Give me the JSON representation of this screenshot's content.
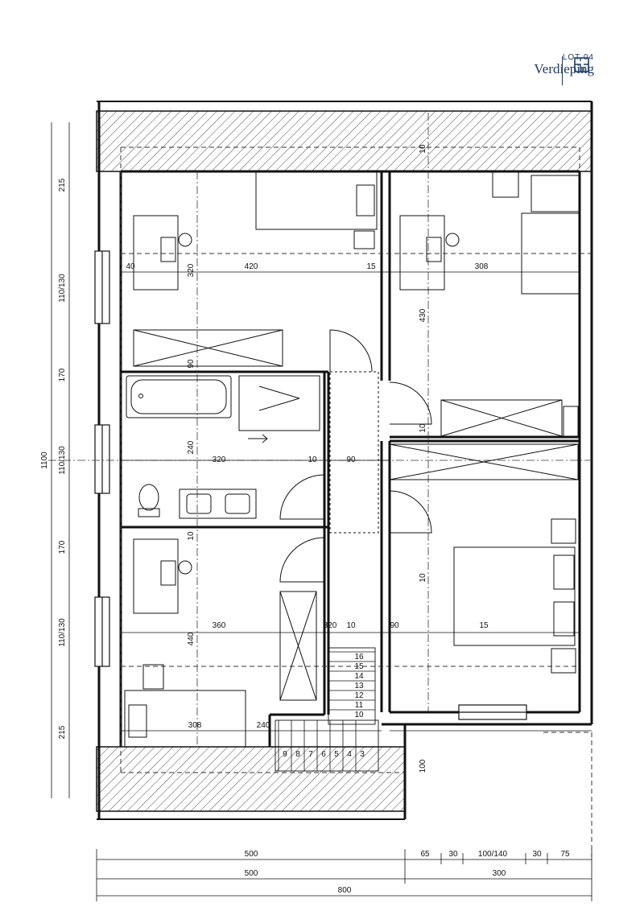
{
  "header": {
    "lot": "LOT 04",
    "floor": "Verdieping",
    "plan_icon": "floor-plan-icon",
    "accent_color": "#1d3a63"
  },
  "dimensions": {
    "left_vertical": [
      "215",
      "110/130",
      "170",
      "110/130",
      "170",
      "110/130",
      "215"
    ],
    "total_height": "1100",
    "bottom_row1": [
      "500",
      "65",
      "30",
      "100/140",
      "30",
      "75"
    ],
    "bottom_row2": [
      "500",
      "300"
    ],
    "bottom_total": "800",
    "interior": [
      "40",
      "420",
      "15",
      "308",
      "320",
      "430",
      "90",
      "10",
      "240",
      "320",
      "10",
      "90",
      "10",
      "10",
      "440",
      "360",
      "320",
      "10",
      "90",
      "15",
      "308",
      "240",
      "10",
      "100"
    ]
  },
  "stairs": {
    "steps": [
      "16",
      "15",
      "14",
      "13",
      "12",
      "11",
      "10",
      "9",
      "8",
      "7",
      "6",
      "5",
      "4",
      "3"
    ]
  }
}
